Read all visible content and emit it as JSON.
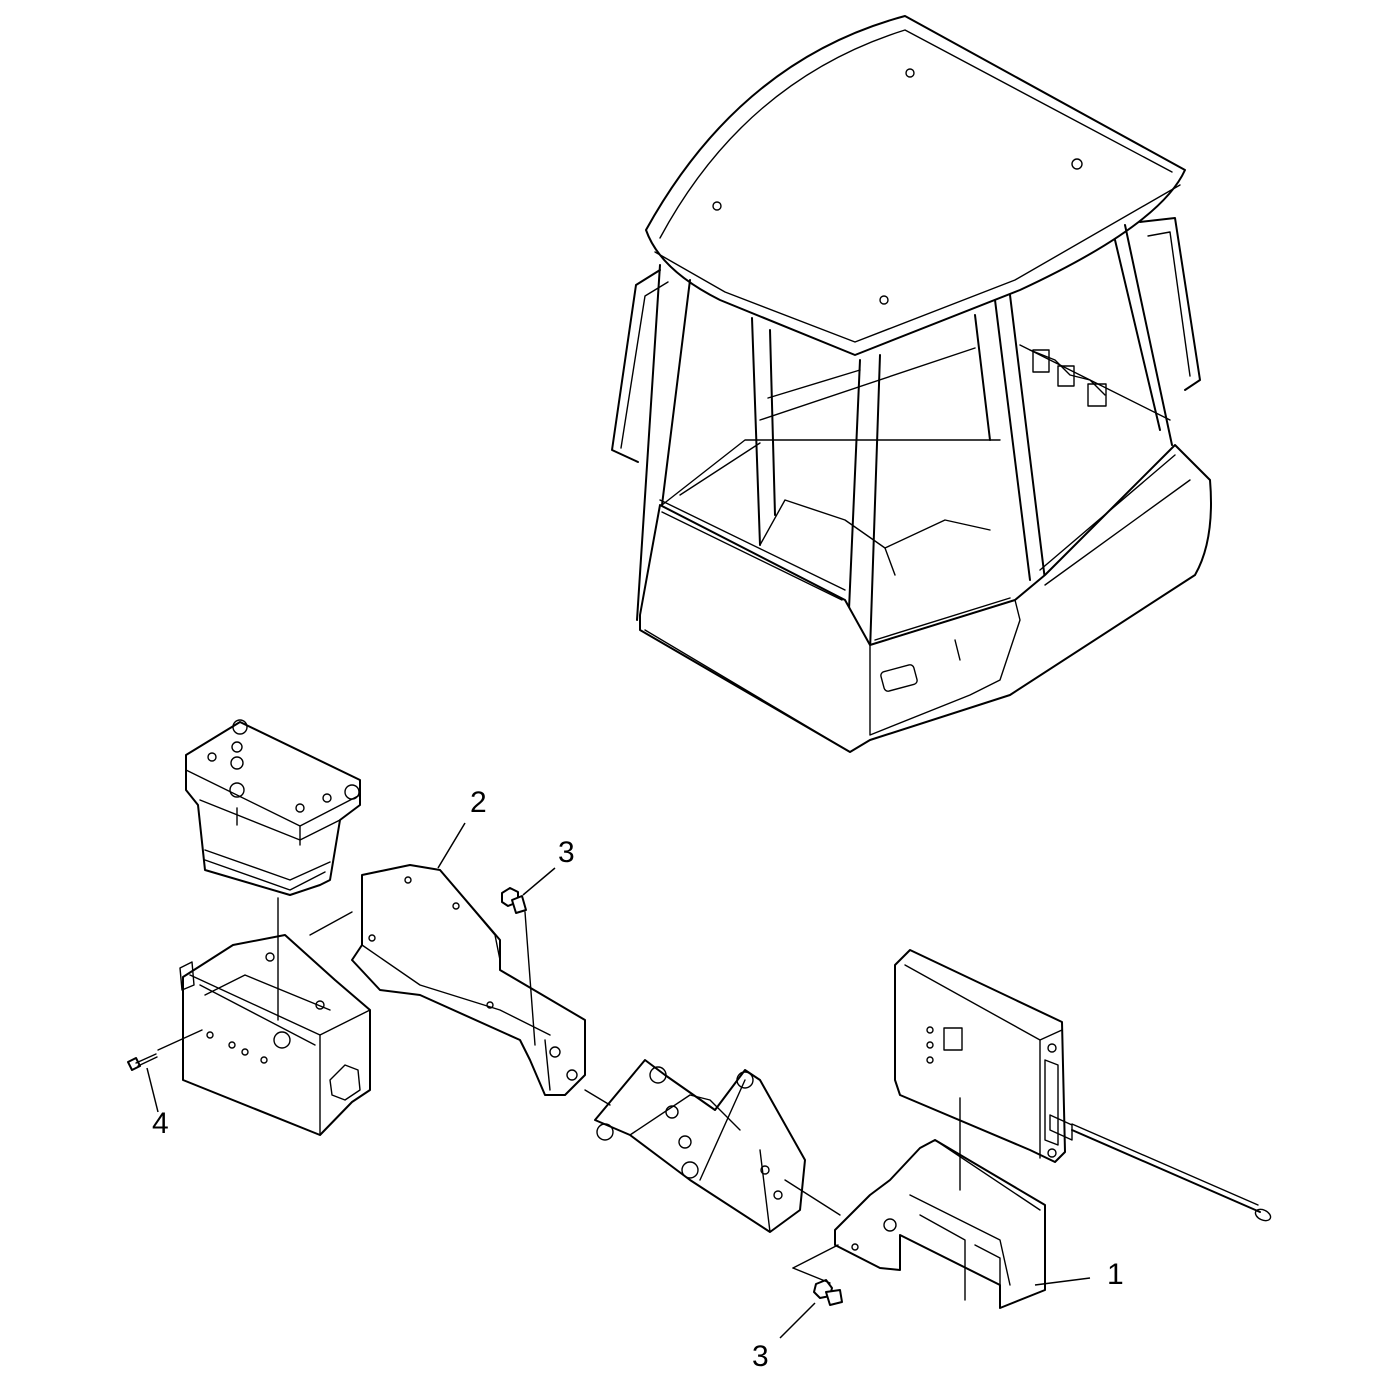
{
  "callouts": {
    "c1": "1",
    "c2": "2",
    "c3a": "3",
    "c3b": "3",
    "c4": "4"
  }
}
